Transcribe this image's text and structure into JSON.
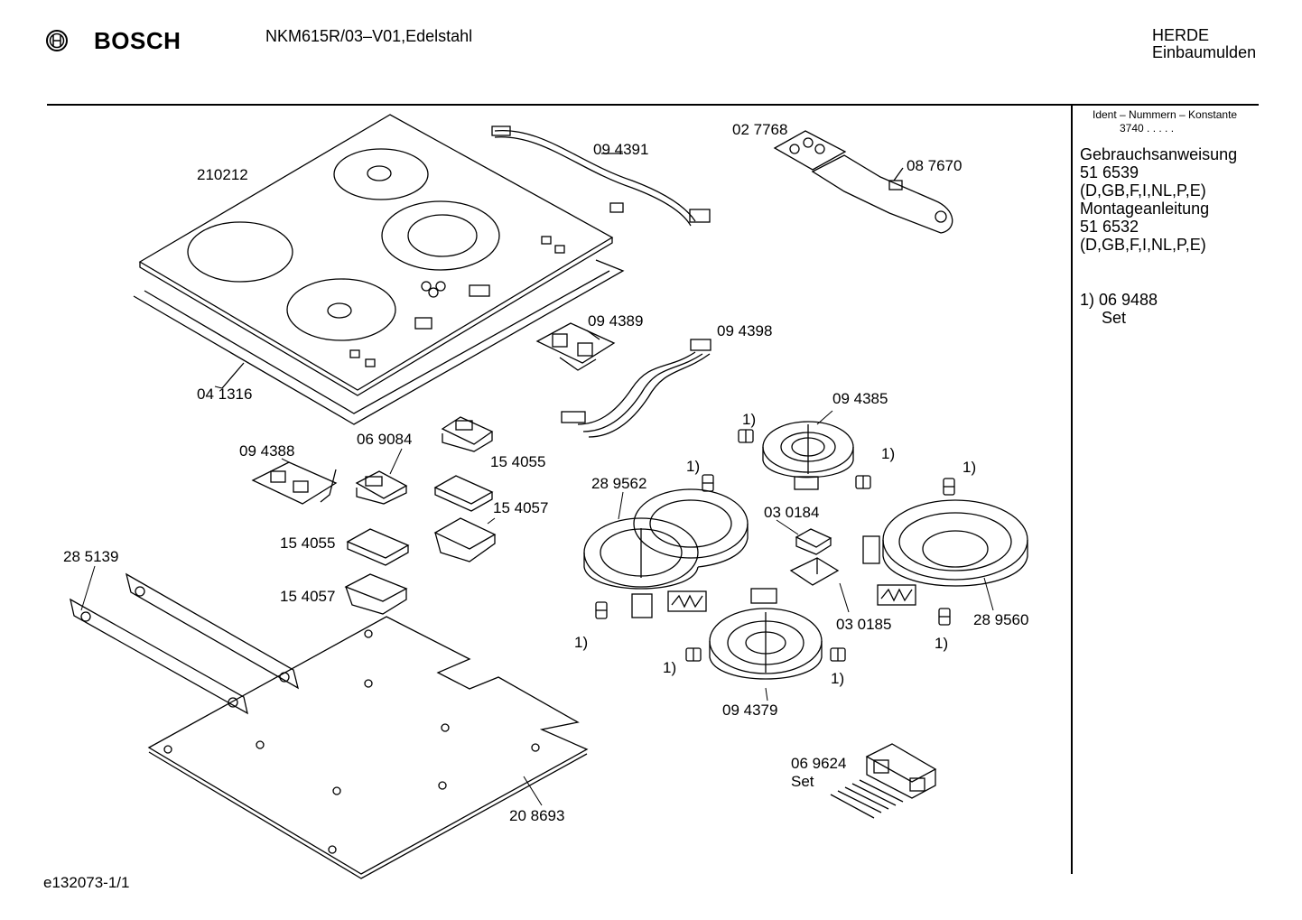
{
  "header": {
    "brand": "BOSCH",
    "model": "NKM615R/03–V01,Edelstahl",
    "category_line1": "HERDE",
    "category_line2": "Einbaumulden"
  },
  "side_panel": {
    "ident_title": "Ident – Nummern – Konstante",
    "ident_value": "3740 .  .  .  .  .",
    "manual_label": "Gebrauchsanweisung",
    "manual_number": "51 6539",
    "manual_langs": "(D,GB,F,I,NL,P,E)",
    "mounting_label": "Montageanleitung",
    "mounting_number": "51 6532",
    "mounting_langs": "(D,GB,F,I,NL,P,E)",
    "note_ref": "1) 06 9488",
    "note_set": "Set"
  },
  "footer": {
    "code": "e132073-1/1"
  },
  "part_labels": {
    "p210212": "210212",
    "p094391": "09 4391",
    "p027768": "02 7768",
    "p087670": "08 7670",
    "p041316": "04 1316",
    "p094389": "09 4389",
    "p094398": "09 4398",
    "p094385": "09 4385",
    "p094388": "09 4388",
    "p069084": "06 9084",
    "p154055a": "15 4055",
    "p154057a": "15 4057",
    "p154055b": "15 4055",
    "p154057b": "15 4057",
    "p289562": "28 9562",
    "p030184": "03 0184",
    "p285139": "28 5139",
    "p030185": "03 0185",
    "p289560": "28 9560",
    "p094379": "09 4379",
    "p208693": "20 8693",
    "p069624": "06 9624",
    "p069624set": "Set"
  },
  "callouts": {
    "c1": "1)",
    "c2": "1)",
    "c3": "1)",
    "c4": "1)",
    "c5": "1)",
    "c6": "1)",
    "c7": "1)",
    "c8": "1)"
  }
}
